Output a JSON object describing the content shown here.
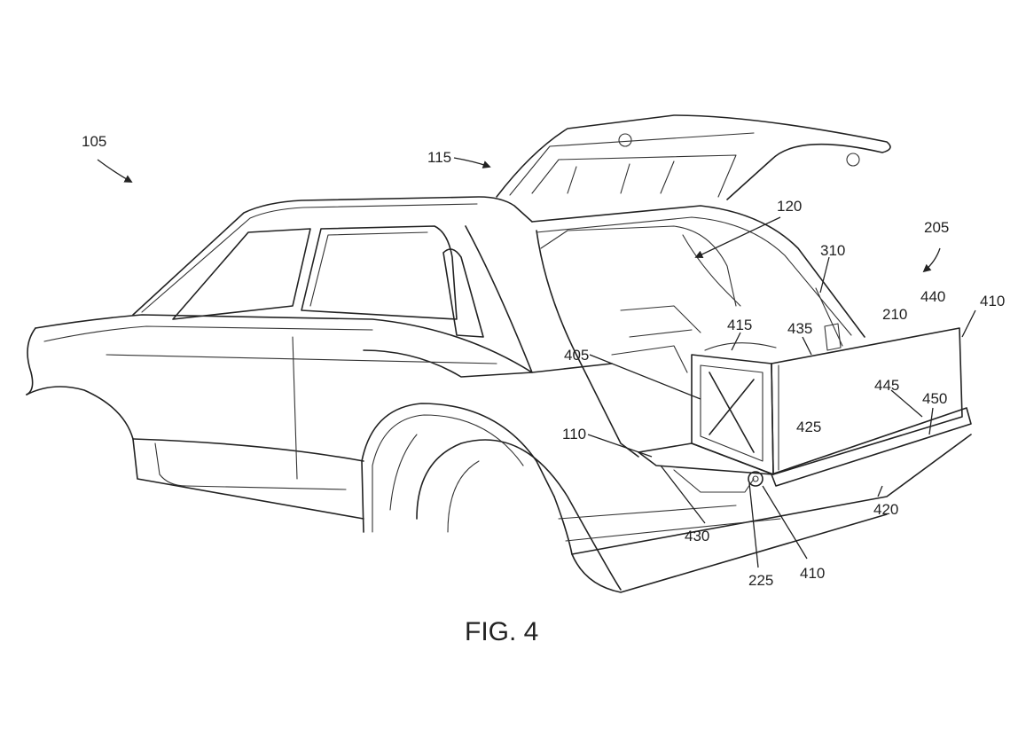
{
  "figure": {
    "caption": "FIG. 4",
    "reference_numerals": [
      {
        "id": "r105",
        "text": "105"
      },
      {
        "id": "r115",
        "text": "115"
      },
      {
        "id": "r120",
        "text": "120"
      },
      {
        "id": "r205",
        "text": "205"
      },
      {
        "id": "r310",
        "text": "310"
      },
      {
        "id": "r440",
        "text": "440"
      },
      {
        "id": "r410a",
        "text": "410"
      },
      {
        "id": "r210",
        "text": "210"
      },
      {
        "id": "r435",
        "text": "435"
      },
      {
        "id": "r415",
        "text": "415"
      },
      {
        "id": "r405",
        "text": "405"
      },
      {
        "id": "r445",
        "text": "445"
      },
      {
        "id": "r450",
        "text": "450"
      },
      {
        "id": "r425",
        "text": "425"
      },
      {
        "id": "r110",
        "text": "110"
      },
      {
        "id": "r420",
        "text": "420"
      },
      {
        "id": "r430",
        "text": "430"
      },
      {
        "id": "r225",
        "text": "225"
      },
      {
        "id": "r410b",
        "text": "410"
      }
    ]
  }
}
